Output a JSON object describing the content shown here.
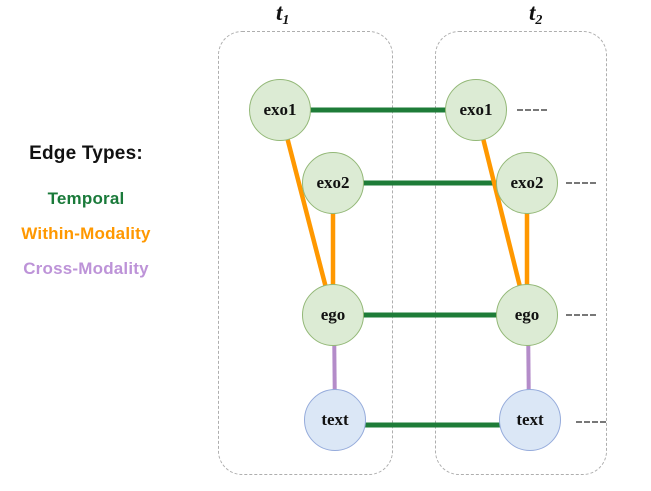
{
  "legend": {
    "title": "Edge Types:",
    "items": [
      {
        "id": "temporal",
        "label": "Temporal",
        "color": "#1a7a3a"
      },
      {
        "id": "within-modality",
        "label": "Within-Modality",
        "color": "#ff9800"
      },
      {
        "id": "cross-modality",
        "label": "Cross-Modality",
        "color": "#bd93d8"
      }
    ]
  },
  "timesteps": [
    {
      "label": "t",
      "subscript": "1"
    },
    {
      "label": "t",
      "subscript": "2"
    }
  ],
  "node_labels": {
    "exo1": "exo1",
    "exo2": "exo2",
    "ego": "ego",
    "text": "text"
  },
  "colors": {
    "temporal_edge": "#1e7c38",
    "within_modality_edge": "#ff9800",
    "cross_modality_edge": "#b48cc9",
    "agent_node_fill": "#dcebd4",
    "agent_node_border": "#93b877",
    "text_node_fill": "#dbe7f6",
    "text_node_border": "#95abdb",
    "frame_border": "#aeaeae"
  },
  "edges": [
    {
      "type": "temporal",
      "from": "exo1@t1",
      "to": "exo1@t2"
    },
    {
      "type": "temporal",
      "from": "exo2@t1",
      "to": "exo2@t2"
    },
    {
      "type": "temporal",
      "from": "ego@t1",
      "to": "ego@t2"
    },
    {
      "type": "temporal",
      "from": "text@t1",
      "to": "text@t2"
    },
    {
      "type": "within-modality",
      "from": "exo1@t1",
      "to": "ego@t1"
    },
    {
      "type": "within-modality",
      "from": "exo2@t1",
      "to": "ego@t1"
    },
    {
      "type": "within-modality",
      "from": "exo1@t2",
      "to": "ego@t2"
    },
    {
      "type": "within-modality",
      "from": "exo2@t2",
      "to": "ego@t2"
    },
    {
      "type": "cross-modality",
      "from": "ego@t1",
      "to": "text@t1"
    },
    {
      "type": "cross-modality",
      "from": "ego@t2",
      "to": "text@t2"
    }
  ]
}
